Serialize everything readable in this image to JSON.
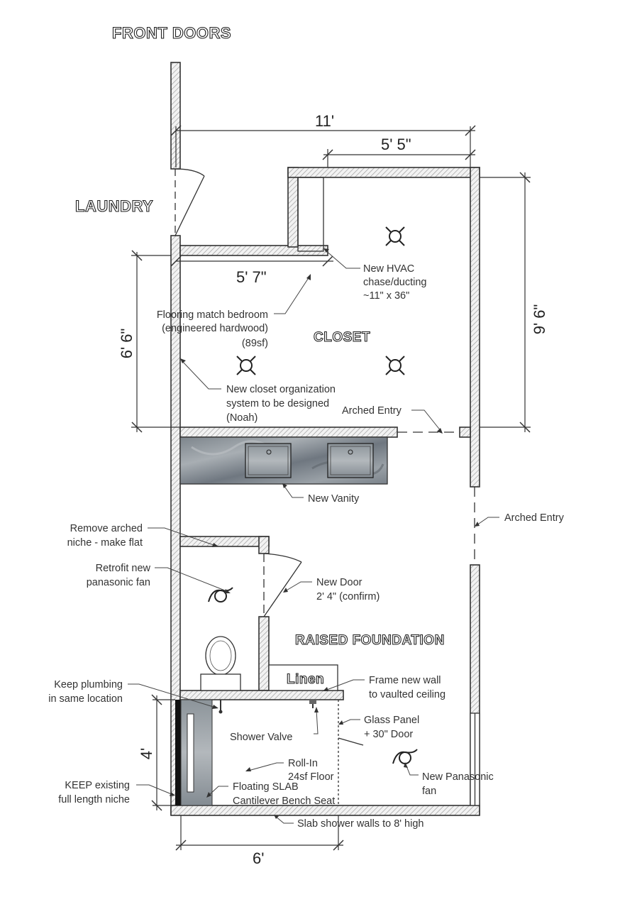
{
  "labels": {
    "front_doors": "FRONT DOORS",
    "laundry": "LAUNDRY",
    "closet": "CLOSET",
    "raised_foundation": "RAISED FOUNDATION",
    "linen": "Linen"
  },
  "dimensions": {
    "width_total": "11'",
    "closet_right": "5' 5\"",
    "closet_left": "5' 7\"",
    "closet_height_right": "9' 6\"",
    "closet_height_left": "6' 6\"",
    "shower_height": "4'",
    "shower_width": "6'"
  },
  "notes": {
    "hvac": [
      "New HVAC",
      "chase/ducting",
      "~11\" x 36\""
    ],
    "flooring": [
      "Flooring match bedroom",
      "(engineered hardwood)",
      "(89sf)"
    ],
    "closet_org": [
      "New closet organization",
      "system to be designed",
      "(Noah)"
    ],
    "arched_entry_1": "Arched Entry",
    "arched_entry_2": "Arched Entry",
    "vanity": "New Vanity",
    "niche": [
      "Remove arched",
      "niche - make flat"
    ],
    "fan_retrofit": [
      "Retrofit new",
      "panasonic fan"
    ],
    "new_door": [
      "New Door",
      "2' 4\" (confirm)"
    ],
    "plumbing": [
      "Keep plumbing",
      "in same location"
    ],
    "frame_wall": [
      "Frame new wall",
      "to vaulted ceiling"
    ],
    "glass_panel": [
      "Glass Panel",
      "+ 30\" Door"
    ],
    "shower_valve": "Shower Valve",
    "roll_in": [
      "Roll-In",
      "24sf Floor"
    ],
    "bench": [
      "Floating SLAB",
      "Cantilever Bench Seat"
    ],
    "keep_niche": [
      "KEEP existing",
      "full length niche"
    ],
    "panasonic_fan": [
      "New Panasonic",
      "fan"
    ],
    "slab_walls": "Slab shower walls to 8' high"
  }
}
